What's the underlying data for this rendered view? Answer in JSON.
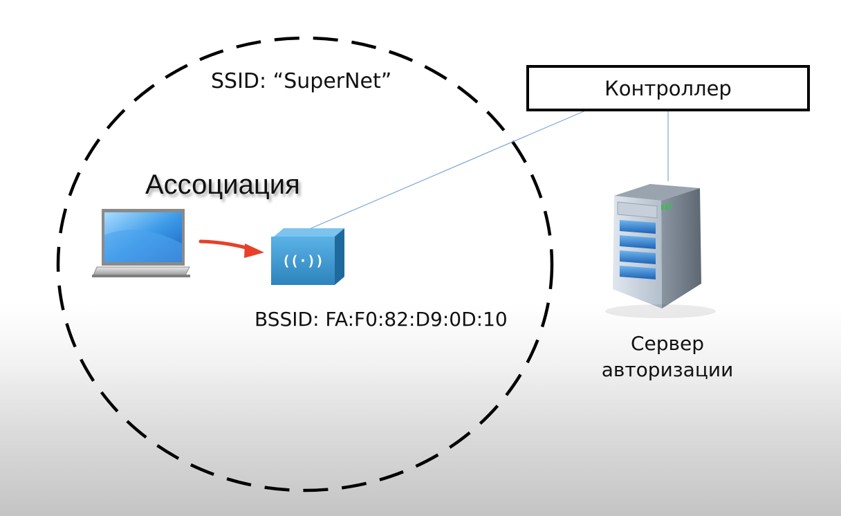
{
  "diagram": {
    "ssid_label": "SSID: “SuperNet”",
    "association_label": "Ассоциация",
    "bssid_label": "BSSID: FA:F0:82:D9:0D:10",
    "controller_label": "Контроллер",
    "server_label_line1": "Сервер",
    "server_label_line2": "авторизации"
  },
  "icons": {
    "laptop": "laptop-icon",
    "access_point": "access-point-icon",
    "server": "server-icon",
    "arrow": "arrow-icon"
  },
  "colors": {
    "arrow": "#e8402a",
    "access_point": "#3c9ad0",
    "link_line": "#7aa7d6",
    "coverage_border": "#000000"
  }
}
